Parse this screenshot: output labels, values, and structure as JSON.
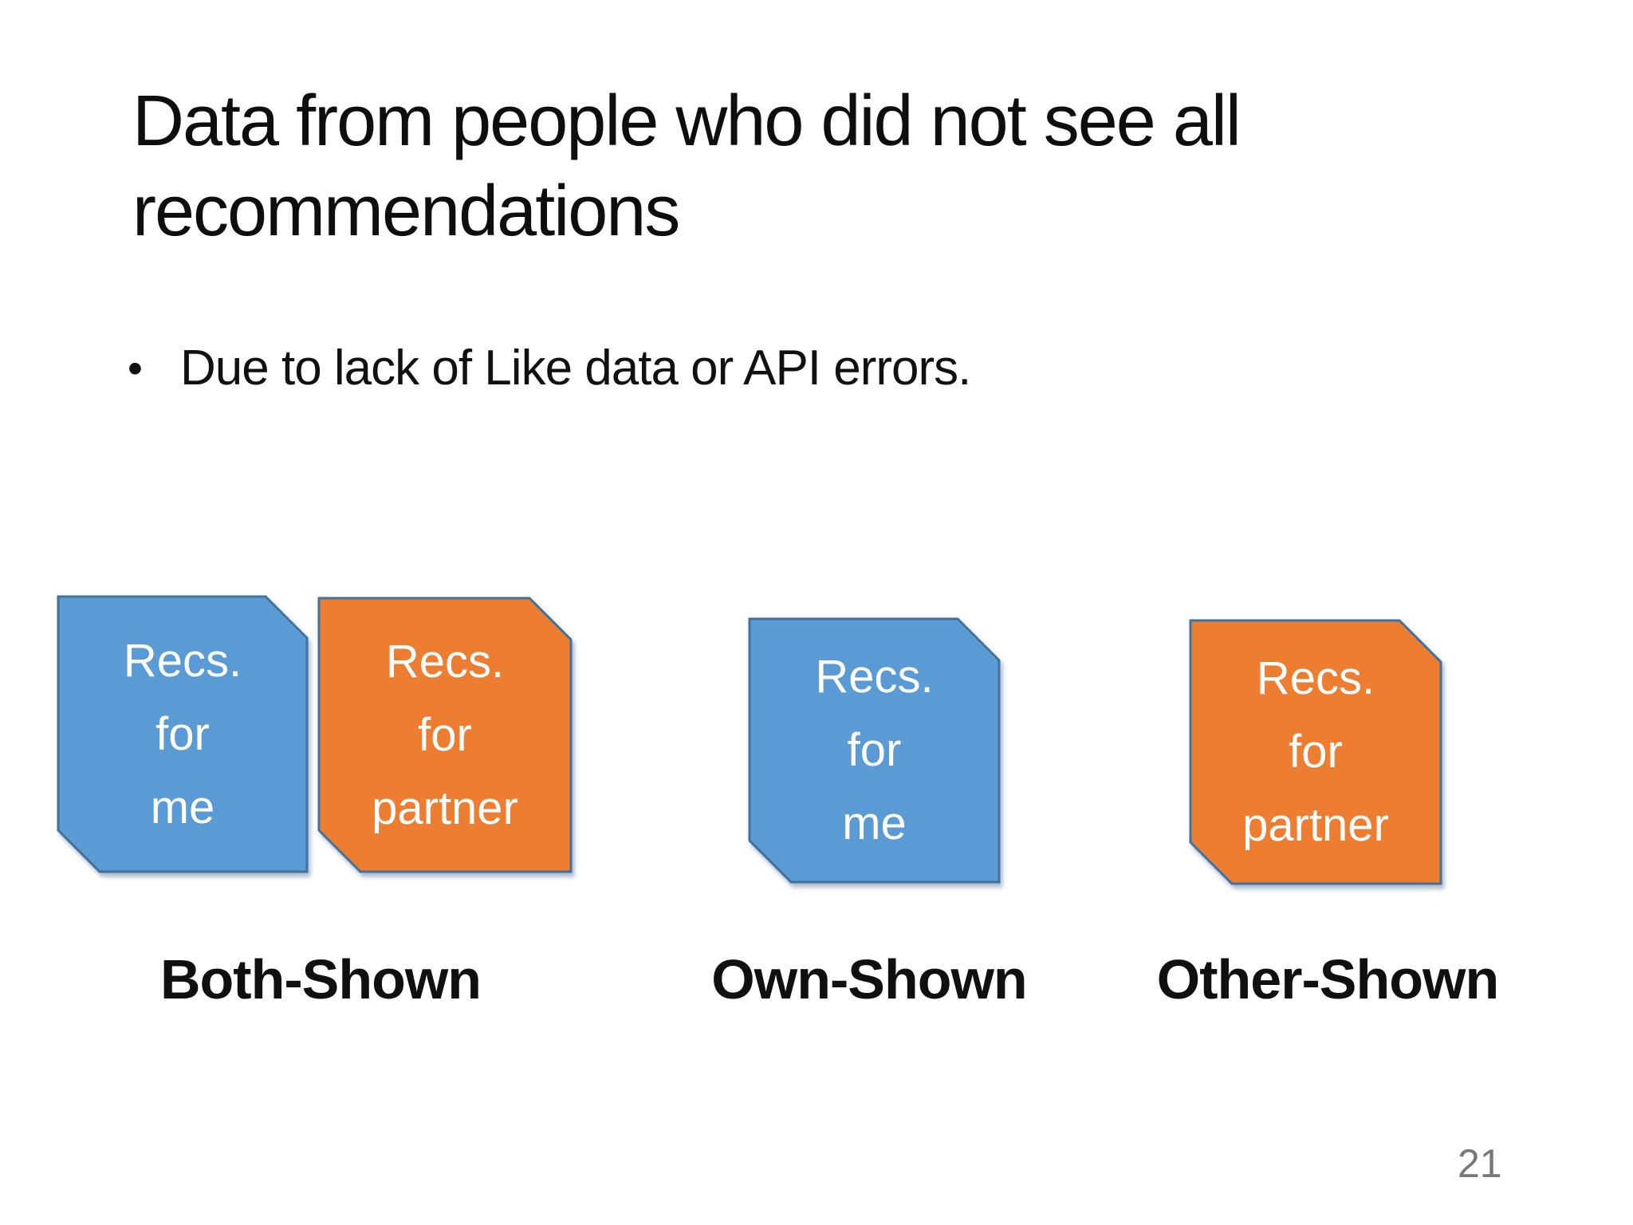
{
  "slide": {
    "title_line1": "Data from people who did not see all",
    "title_line2": "recommendations",
    "bullet_glyph": "•",
    "bullet": "Due to lack of Like data or API errors.",
    "page_number": "21"
  },
  "colors": {
    "blue_fill": "#5B9BD5",
    "orange_fill": "#ED7D31",
    "shape_border": "#41719C",
    "title_color": "#0e0e0e",
    "page_number_color": "#787878"
  },
  "groups": [
    {
      "label": "Both-Shown",
      "shapes": [
        {
          "kind": "recs-for-me",
          "lines": [
            "Recs.",
            "for",
            "me"
          ]
        },
        {
          "kind": "recs-for-partner",
          "lines": [
            "Recs.",
            "for",
            "partner"
          ]
        }
      ]
    },
    {
      "label": "Own-Shown",
      "shapes": [
        {
          "kind": "recs-for-me",
          "lines": [
            "Recs.",
            "for",
            "me"
          ]
        }
      ]
    },
    {
      "label": "Other-Shown",
      "shapes": [
        {
          "kind": "recs-for-partner",
          "lines": [
            "Recs.",
            "for",
            "partner"
          ]
        }
      ]
    }
  ]
}
